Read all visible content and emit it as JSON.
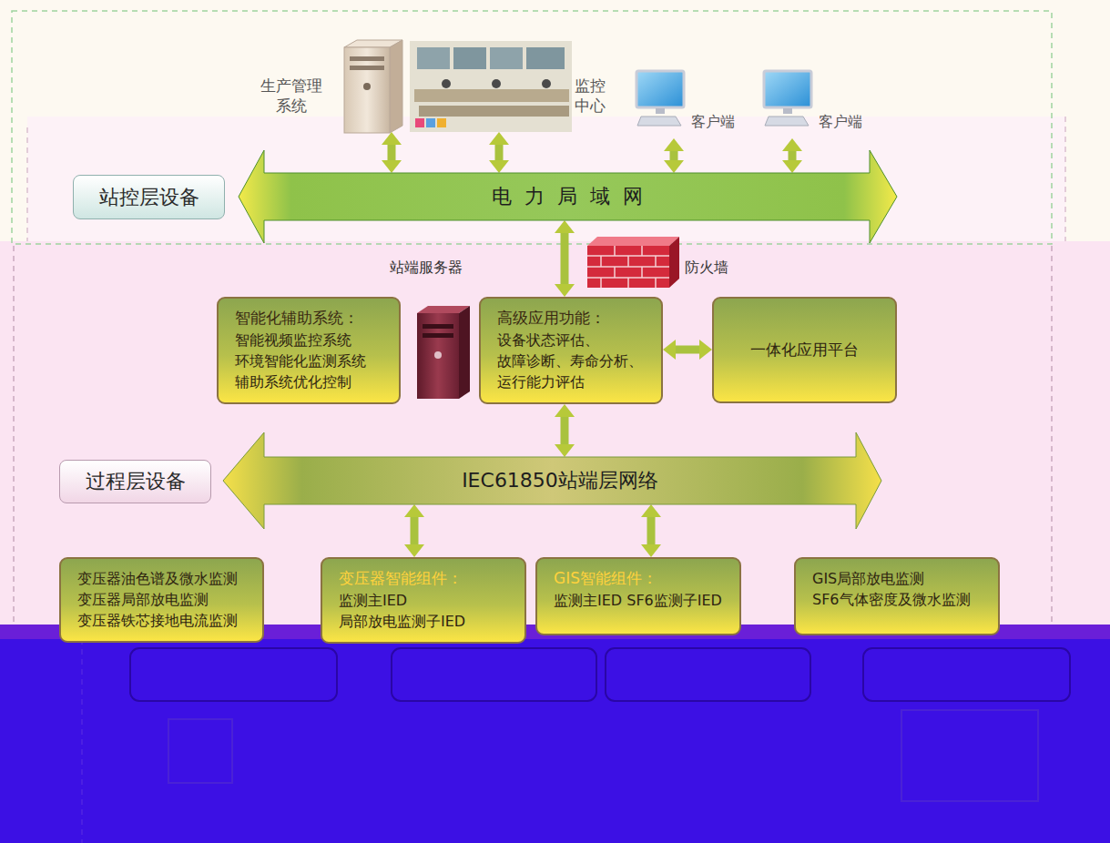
{
  "diagram": {
    "nodes": [
      {
        "text": [
          "生产管理系统"
        ]
      },
      {
        "text": [
          "监控中心"
        ]
      },
      {
        "text": [
          "客户端"
        ]
      },
      {
        "text": [
          "客户端"
        ]
      },
      {
        "text": [
          "站控层设备"
        ]
      },
      {
        "text": [
          "电力局域网"
        ]
      },
      {
        "text": [
          "智能化辅助系统：",
          "智能视频监控系统 环境智能化监测系统 辅助系统优化控制"
        ]
      },
      {
        "text": [
          "高级应用功能：",
          "设备状态评估、故障诊断、寿命分析、运行能力评估"
        ]
      },
      {
        "text": [
          "一体化应用平台"
        ]
      },
      {
        "text": [
          "过程层设备"
        ]
      },
      {
        "text": [
          "IEC61850站端层网络"
        ]
      },
      {
        "text": [
          "变压器油色谱及微水监测 变压器局部放电监测 变压器铁芯接地电流监测"
        ]
      },
      {
        "text": [
          "变压器智能组件：",
          "监测主IED 局部放电监测子IED"
        ]
      },
      {
        "text": [
          "GIS智能组件：",
          "监测主IED SF6监测子IED"
        ]
      },
      {
        "text": [
          "GIS局部放电监测 SF6气体密度及微水监测"
        ]
      }
    ],
    "edges": [
      {
        "from": 0,
        "to": 5,
        "arrow": "both"
      },
      {
        "from": 1,
        "to": 5,
        "arrow": "both"
      },
      {
        "from": 2,
        "to": 5,
        "arrow": "both"
      },
      {
        "from": 3,
        "to": 5,
        "arrow": "both"
      },
      {
        "from": 5,
        "to": 7,
        "arrow": "both"
      },
      {
        "from": 7,
        "to": 8,
        "arrow": "both"
      },
      {
        "from": 7,
        "to": 10,
        "arrow": "both"
      },
      {
        "from": 10,
        "to": 12,
        "arrow": "both"
      },
      {
        "from": 10,
        "to": 13,
        "arrow": "both"
      }
    ],
    "labels": [
      "站端服务器",
      "防火墙"
    ]
  }
}
